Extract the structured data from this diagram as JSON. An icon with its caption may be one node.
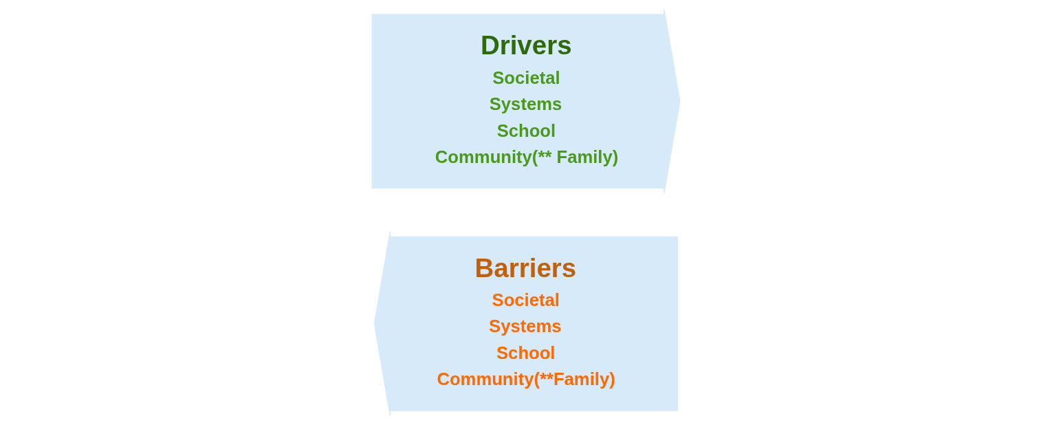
{
  "diagram": {
    "nodes": [
      {
        "text": [
          "Barriers",
          "Societal",
          "Systems",
          "School",
          "Community(**Family)"
        ]
      },
      {
        "text": [
          "Drivers",
          "Societal",
          "Systems",
          "School",
          "Community(** Family)"
        ]
      }
    ]
  }
}
